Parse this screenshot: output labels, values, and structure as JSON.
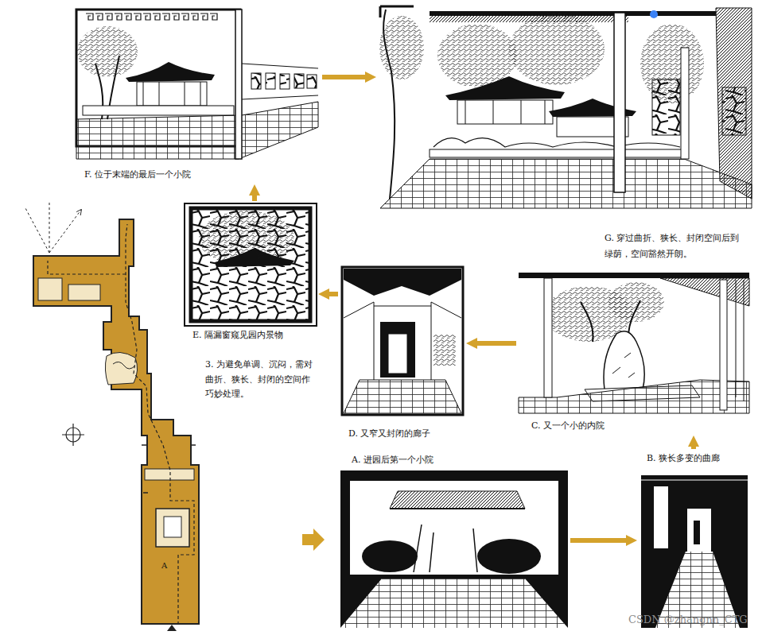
{
  "diagram": {
    "nodes": [
      {
        "text": [
          "A. 进园后第一个小院"
        ]
      },
      {
        "text": [
          "B. 狭长多变的曲廊"
        ]
      },
      {
        "text": [
          "C. 又一个小的内院"
        ]
      },
      {
        "text": [
          "D. 又窄又封闭的廊子"
        ]
      },
      {
        "text": [
          "E. 隔漏窗窥见园内景物"
        ]
      },
      {
        "text": [
          "F. 位于末端的最后一个小院"
        ]
      },
      {
        "text": [
          "G. 穿过曲折、狭长、封闭空间后到绿荫，空间豁然开朗。"
        ]
      }
    ],
    "edges": [
      {
        "from": 0,
        "to": 1,
        "arrow": "to"
      },
      {
        "from": 1,
        "to": 2,
        "arrow": "to"
      },
      {
        "from": 2,
        "to": 3,
        "arrow": "to"
      },
      {
        "from": 3,
        "to": 4,
        "arrow": "to"
      },
      {
        "from": 4,
        "to": 5,
        "arrow": "to"
      },
      {
        "from": 5,
        "to": 6,
        "arrow": "to"
      }
    ],
    "labels": [
      "3. 为避免单调、沉闷，需对曲折、狭长、封闭的空间作巧妙处理。",
      "A",
      "CSDN @zhangnn_CTG"
    ]
  }
}
